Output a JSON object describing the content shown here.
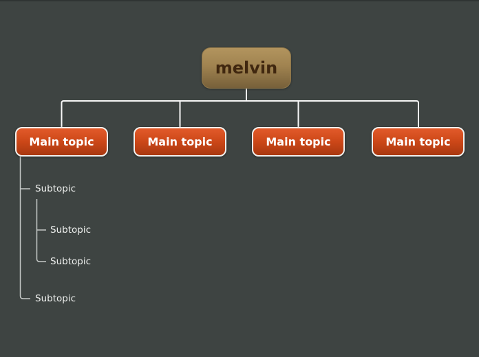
{
  "canvas": {
    "app_type": "mind-map-canvas",
    "background_color": "#3e4442"
  },
  "colors": {
    "root_node_gradient_top": "#b2945e",
    "root_node_gradient_bottom": "#77603a",
    "root_node_text": "#40270f",
    "main_topic_gradient_top": "#e25a2a",
    "main_topic_gradient_bottom": "#a83810",
    "main_topic_border": "#f2f1ee",
    "main_topic_text": "#ffffff",
    "main_connector_line": "#f8f8f8",
    "subtopic_connector_line": "#c6cac8",
    "subtopic_text": "#edefed"
  },
  "mindmap": {
    "root": {
      "label": "melvin"
    },
    "main_topics": [
      {
        "label": "Main topic"
      },
      {
        "label": "Main topic"
      },
      {
        "label": "Main topic"
      },
      {
        "label": "Main topic"
      }
    ],
    "subtopics": [
      {
        "label": "Subtopic",
        "level": 1,
        "parent": "main_topic_1"
      },
      {
        "label": "Subtopic",
        "level": 2,
        "parent": "subtopic_1"
      },
      {
        "label": "Subtopic",
        "level": 2,
        "parent": "subtopic_1"
      },
      {
        "label": "Subtopic",
        "level": 1,
        "parent": "main_topic_1"
      }
    ]
  }
}
